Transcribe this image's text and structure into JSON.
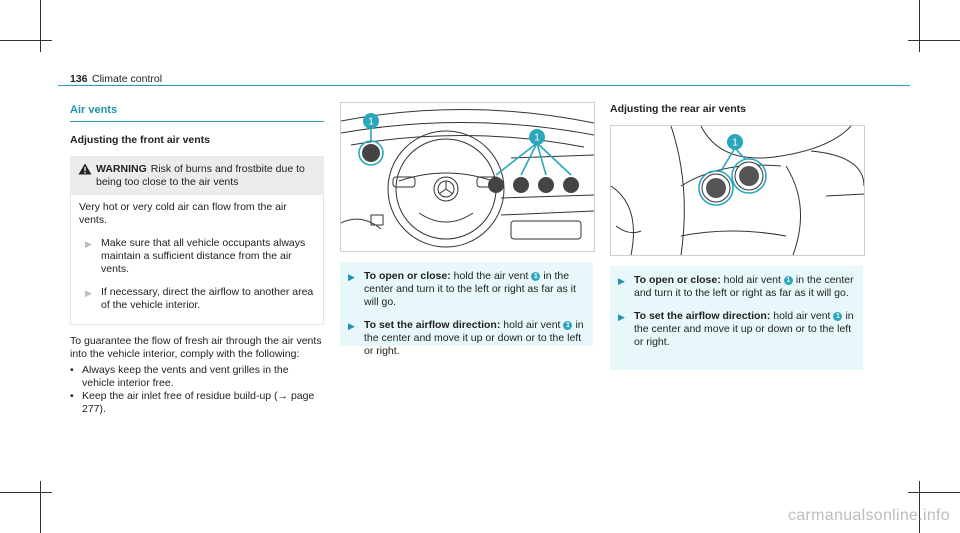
{
  "header": {
    "page_number": "136",
    "chapter": "Climate control"
  },
  "section_title": "Air vents",
  "front": {
    "subtitle": "Adjusting the front air vents",
    "warning": {
      "label": "WARNING",
      "headline": "Risk of burns and frostbite due to being too close to the air vents",
      "body": "Very hot or very cold air can flow from the air vents.",
      "steps": [
        "Make sure that all vehicle occupants always maintain a sufficient distance from the air vents.",
        "If necessary, direct the airflow to another area of the vehicle interior."
      ]
    },
    "intro": "To guarantee the flow of fresh air through the air vents into the vehicle interior, comply with the following:",
    "bullets": [
      "Always keep the vents and vent grilles in the vehicle interior free.",
      "Keep the air inlet free of residue build-up (→ page 277)."
    ],
    "callout": "1",
    "open_close": {
      "label": "To open or close:",
      "pre": "hold the air vent",
      "post": "in the center and turn it to the left or right as far as it will go."
    },
    "airflow": {
      "label": "To set the airflow direction:",
      "pre": "hold air vent",
      "post": "in the center and move it up or down or to the left or right."
    }
  },
  "rear": {
    "subtitle": "Adjusting the rear air vents",
    "callout": "1",
    "open_close": {
      "label": "To open or close:",
      "pre": "hold air vent",
      "post": "in the center and turn it to the left or right as far as it will go."
    },
    "airflow": {
      "label": "To set the airflow direction:",
      "pre": "hold air vent",
      "post": "in the center and move it up or down or to the left or right."
    }
  },
  "watermark": "carmanualsonline.info",
  "colors": {
    "accent": "#1f93ac",
    "panel": "#e8f7fa",
    "warning_bg": "#ececec"
  }
}
